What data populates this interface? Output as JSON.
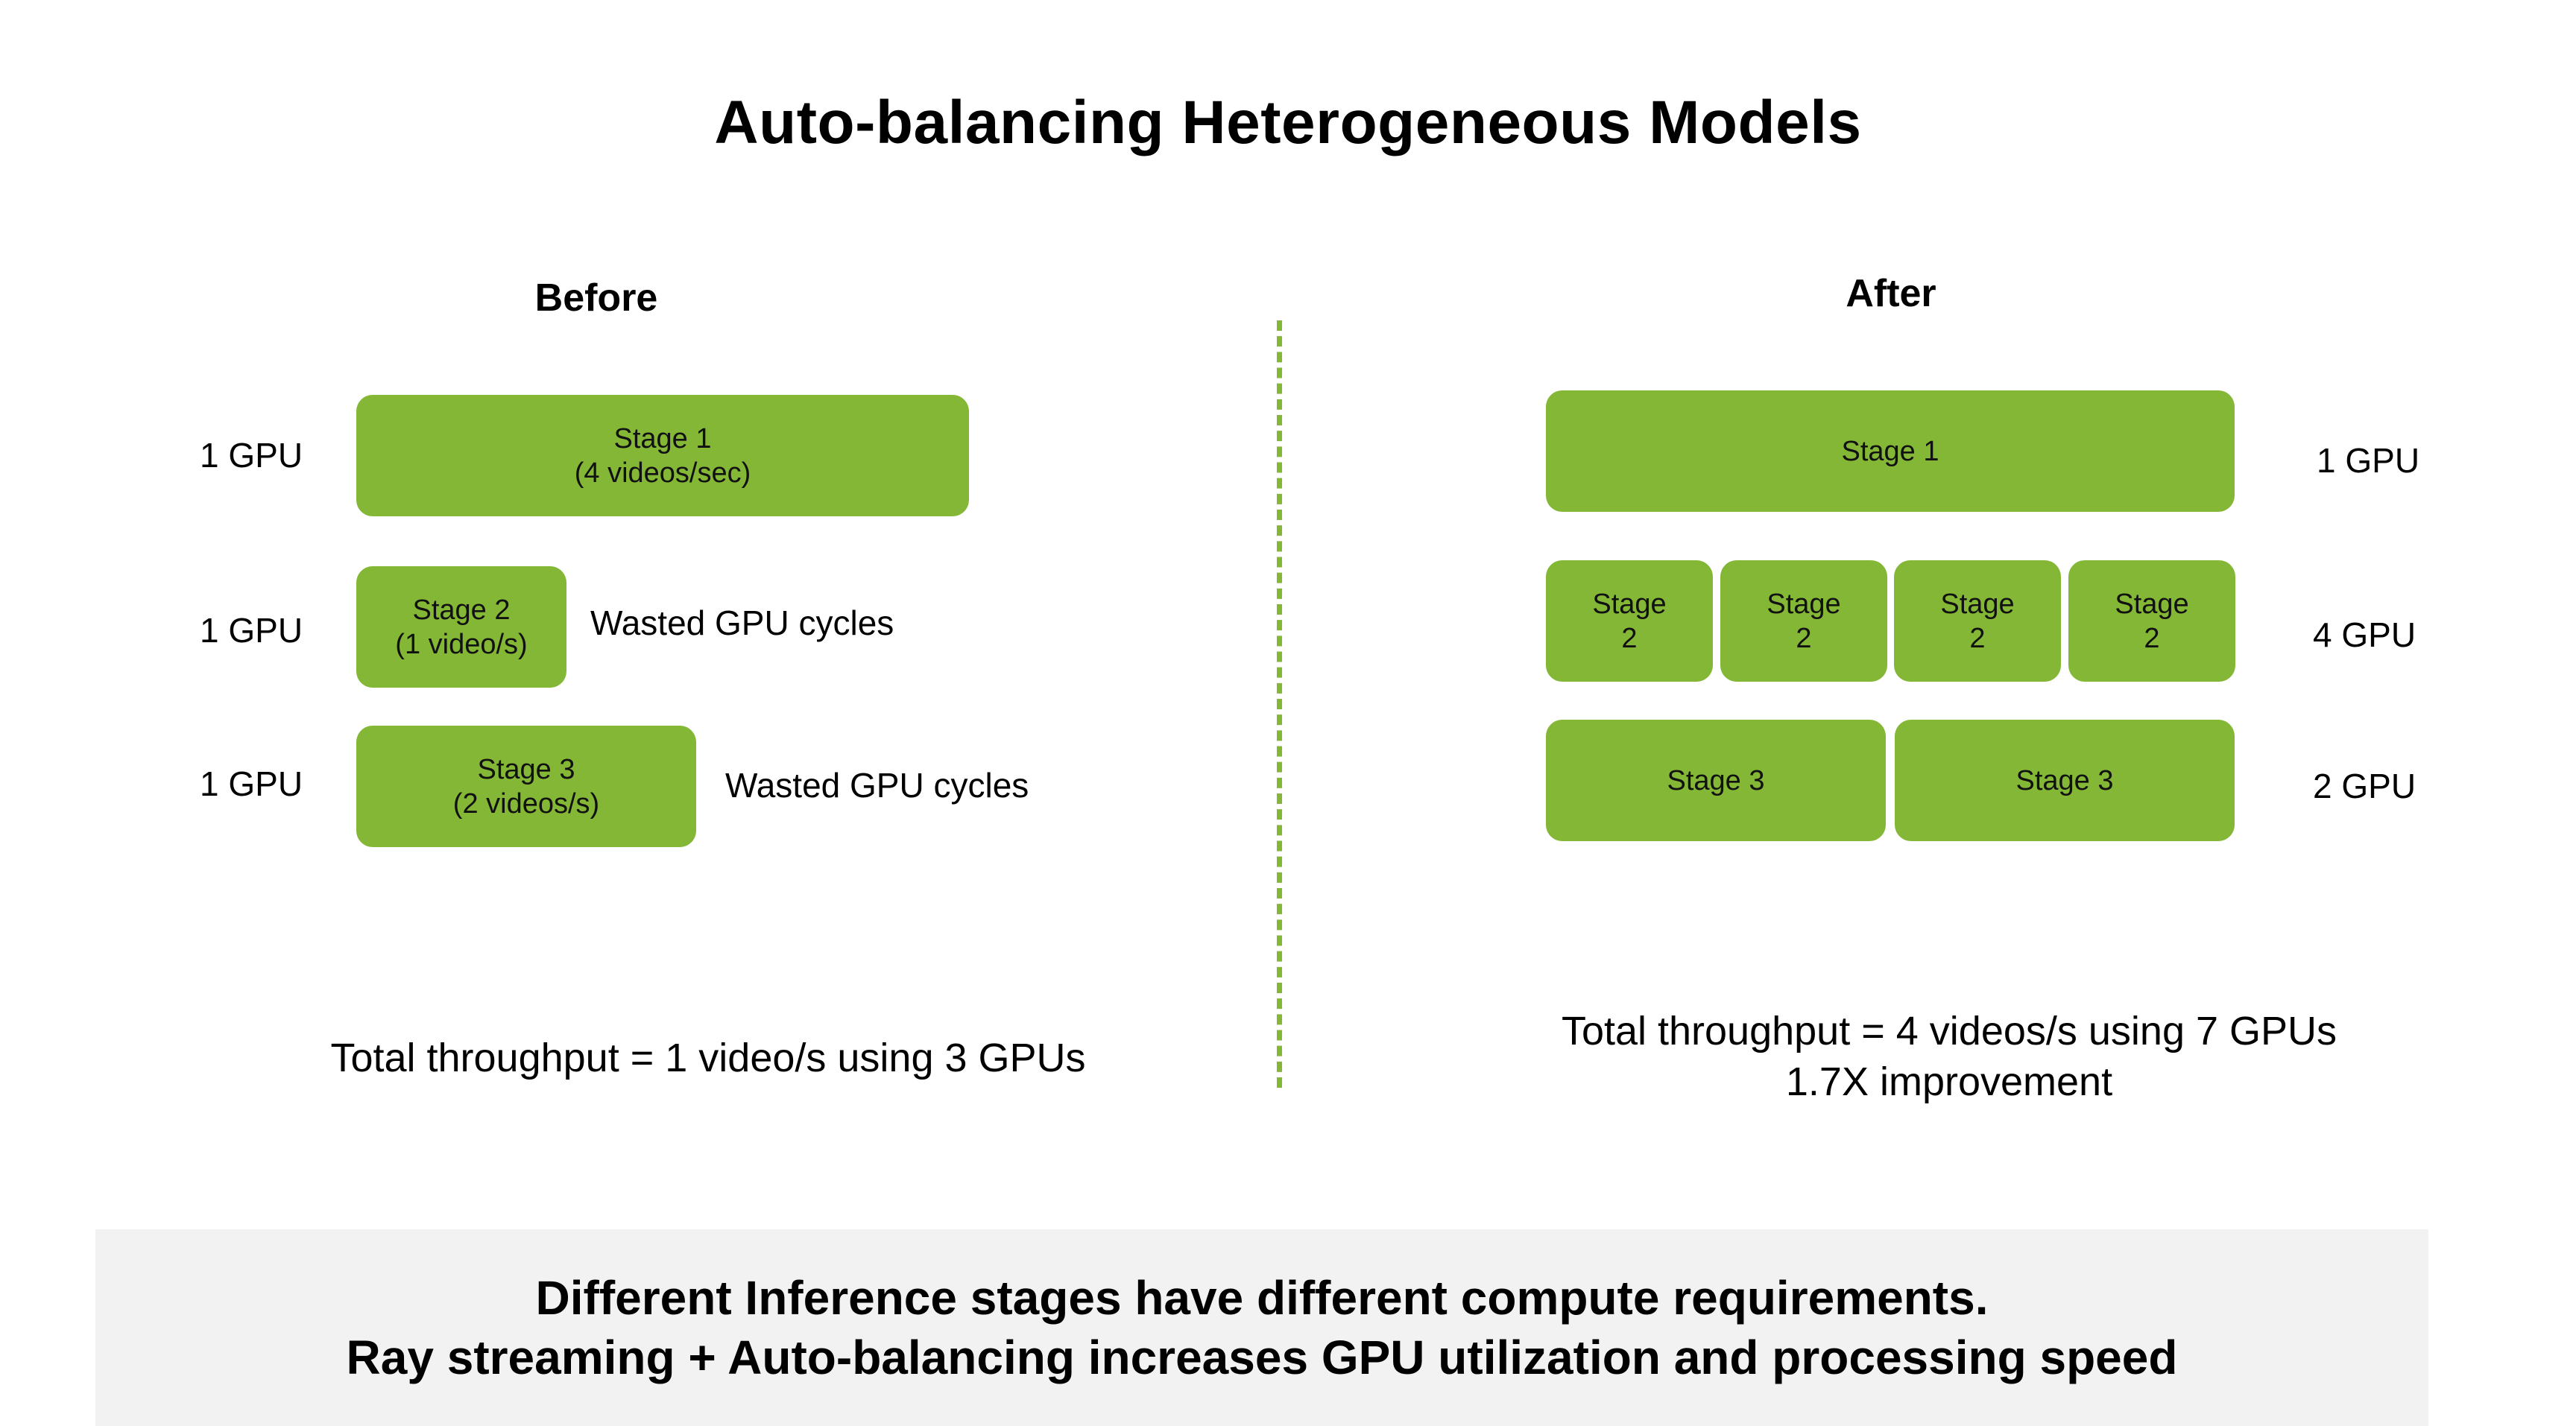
{
  "title": "Auto-balancing Heterogeneous Models",
  "before": {
    "heading": "Before",
    "rows": [
      {
        "gpu": "1 GPU",
        "stage_name": "Stage 1",
        "stage_rate": "(4 videos/sec)",
        "note": ""
      },
      {
        "gpu": "1 GPU",
        "stage_name": "Stage 2",
        "stage_rate": "(1 video/s)",
        "note": "Wasted GPU cycles"
      },
      {
        "gpu": "1 GPU",
        "stage_name": "Stage 3",
        "stage_rate": "(2 videos/s)",
        "note": "Wasted GPU cycles"
      }
    ],
    "total": "Total throughput = 1 video/s using 3 GPUs"
  },
  "after": {
    "heading": "After",
    "row1": {
      "gpu": "1 GPU",
      "boxes": [
        "Stage 1"
      ]
    },
    "row2": {
      "gpu": "4 GPU",
      "boxes": [
        {
          "line1": "Stage",
          "line2": "2"
        },
        {
          "line1": "Stage",
          "line2": "2"
        },
        {
          "line1": "Stage",
          "line2": "2"
        },
        {
          "line1": "Stage",
          "line2": "2"
        }
      ]
    },
    "row3": {
      "gpu": "2 GPU",
      "boxes": [
        "Stage 3",
        "Stage 3"
      ]
    },
    "total_line1": "Total throughput = 4 videos/s using 7 GPUs",
    "total_line2": "1.7X improvement"
  },
  "footer": {
    "line1": "Different Inference stages have different compute requirements.",
    "line2": "Ray streaming + Auto-balancing increases GPU utilization and processing speed"
  },
  "colors": {
    "stage_green": "#83b735",
    "divider_green": "#83b735",
    "footer_bg": "#f2f2f2"
  }
}
